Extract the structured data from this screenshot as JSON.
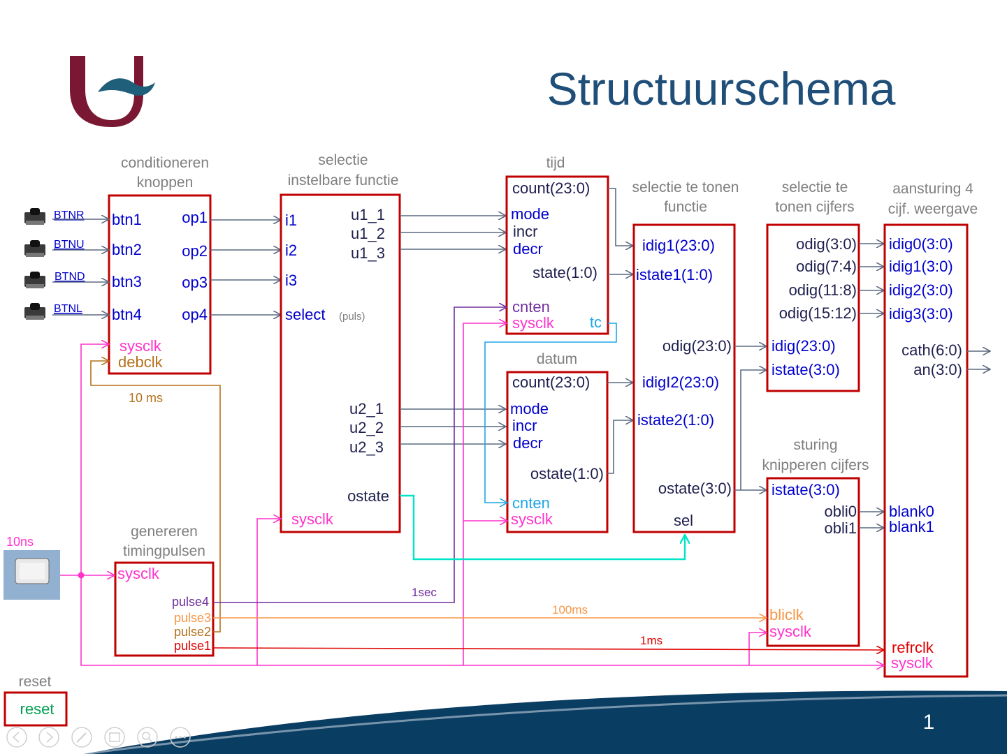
{
  "title": "Structuurschema",
  "page_number": "1",
  "colors": {
    "title": "#1f4e79",
    "block_border": "#c00000",
    "port_blue": "#0000cc",
    "port_dark": "#1f1f4f",
    "sysclk": "#ff33cc",
    "debclk": "#b5711b",
    "pulse4": "#7030a0",
    "pulse3": "#f79646",
    "pulse1": "#e00000",
    "ostate_wire": "#00e5c8",
    "tc": "#1ea7e6",
    "reset": "#00a050",
    "wave": "#0a3d62"
  },
  "buttons": [
    {
      "label": "BTNR"
    },
    {
      "label": "BTNU"
    },
    {
      "label": "BTND"
    },
    {
      "label": "BTNL"
    }
  ],
  "blocks": {
    "conditioneren": {
      "title_line1": "conditioneren",
      "title_line2": "knoppen",
      "inputs": [
        "btn1",
        "btn2",
        "btn3",
        "btn4"
      ],
      "outputs": [
        "op1",
        "op2",
        "op3",
        "op4"
      ],
      "sysclk": "sysclk",
      "debclk": "debclk"
    },
    "selectie": {
      "title_line1": "selectie",
      "title_line2": "instelbare functie",
      "inputs": [
        "i1",
        "i2",
        "i3",
        "select"
      ],
      "select_note": "(puls)",
      "outputs_1": [
        "u1_1",
        "u1_2",
        "u1_3"
      ],
      "outputs_2": [
        "u2_1",
        "u2_2",
        "u2_3"
      ],
      "ostate": "ostate",
      "sysclk": "sysclk"
    },
    "tijd": {
      "title": "tijd",
      "count": "count(23:0)",
      "mode": "mode",
      "incr": "incr",
      "decr": "decr",
      "state": "state(1:0)",
      "cnten": "cnten",
      "sysclk": "sysclk",
      "tc": "tc"
    },
    "datum": {
      "title": "datum",
      "count": "count(23:0)",
      "mode": "mode",
      "incr": "incr",
      "decr": "decr",
      "ostate": "ostate(1:0)",
      "cnten": "cnten",
      "sysclk": "sysclk"
    },
    "selectie_functie": {
      "title_line1": "selectie te tonen",
      "title_line2": "functie",
      "idig1": "idig1(23:0)",
      "istate1": "istate1(1:0)",
      "odig": "odig(23:0)",
      "idig2": "idigI2(23:0)",
      "istate2": "istate2(1:0)",
      "ostate": "ostate(3:0)",
      "sel": "sel"
    },
    "selectie_cijfers": {
      "title_line1": "selectie te",
      "title_line2": "tonen cijfers",
      "outputs": [
        "odig(3:0)",
        "odig(7:4)",
        "odig(11:8)",
        "odig(15:12)"
      ],
      "idig": "idig(23:0)",
      "istate": "istate(3:0)"
    },
    "knipperen": {
      "title_line1": "sturing",
      "title_line2": "knipperen cijfers",
      "istate": "istate(3:0)",
      "obli0": "obli0",
      "obli1": "obli1",
      "bliclk": "bliclk",
      "sysclk": "sysclk"
    },
    "aansturing": {
      "title_line1": "aansturing 4",
      "title_line2": "cijf. weergave",
      "inputs": [
        "idig0(3:0)",
        "idig1(3:0)",
        "idig2(3:0)",
        "idig3(3:0)"
      ],
      "cath": "cath(6:0)",
      "an": "an(3:0)",
      "blank0": "blank0",
      "blank1": "blank1",
      "refrclk": "refrclk",
      "sysclk": "sysclk"
    },
    "timing": {
      "title_line1": "genereren",
      "title_line2": "timingpulsen",
      "sysclk": "sysclk",
      "pulses": [
        "pulse4",
        "pulse3",
        "pulse2",
        "pulse1"
      ]
    }
  },
  "wire_labels": {
    "debounce": "10 ms",
    "oscillator": "10ns",
    "one_sec": "1sec",
    "hundred_ms": "100ms",
    "one_ms": "1ms"
  },
  "reset": {
    "caption": "reset",
    "label": "reset"
  },
  "nav_icons": [
    "back-icon",
    "forward-icon",
    "pen-icon",
    "slides-icon",
    "zoom-icon",
    "more-icon"
  ]
}
